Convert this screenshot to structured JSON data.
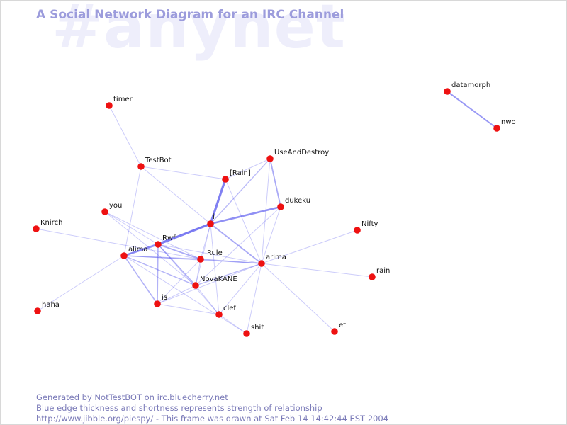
{
  "watermark": "#anynet",
  "title": "A Social Network Diagram for an IRC Channel",
  "colors": {
    "node": "#ee1111",
    "edge": "#5555ee",
    "title": "#9c9cdc",
    "watermark": "#eeeefb",
    "footer": "#7a7ab8"
  },
  "nodes": [
    {
      "id": "timer",
      "label": "timer"
    },
    {
      "id": "TestBot",
      "label": "TestBot"
    },
    {
      "id": "UseAndDestroy",
      "label": "UseAndDestroy"
    },
    {
      "id": "Rain",
      "label": "[Rain]"
    },
    {
      "id": "dukeku",
      "label": "dukeku"
    },
    {
      "id": "you",
      "label": "you"
    },
    {
      "id": "i",
      "label": "i"
    },
    {
      "id": "Knirch",
      "label": "Knirch"
    },
    {
      "id": "Rwf",
      "label": "Rwf"
    },
    {
      "id": "alima",
      "label": "alima"
    },
    {
      "id": "IRule",
      "label": "IRule"
    },
    {
      "id": "arima",
      "label": "arima"
    },
    {
      "id": "NovaKANE",
      "label": "NovaKANE"
    },
    {
      "id": "is",
      "label": "is"
    },
    {
      "id": "clef",
      "label": "clef"
    },
    {
      "id": "haha",
      "label": "haha"
    },
    {
      "id": "shit",
      "label": "shit"
    },
    {
      "id": "et",
      "label": "et"
    },
    {
      "id": "Nifty",
      "label": "Nifty"
    },
    {
      "id": "rain",
      "label": "rain"
    },
    {
      "id": "datamorph",
      "label": "datamorph"
    },
    {
      "id": "nwo",
      "label": "nwo"
    }
  ],
  "edges": [
    {
      "source": "datamorph",
      "target": "nwo"
    },
    {
      "source": "timer",
      "target": "TestBot"
    },
    {
      "source": "TestBot",
      "target": "Rain"
    },
    {
      "source": "TestBot",
      "target": "i"
    },
    {
      "source": "TestBot",
      "target": "alima"
    },
    {
      "source": "UseAndDestroy",
      "target": "i"
    },
    {
      "source": "UseAndDestroy",
      "target": "dukeku"
    },
    {
      "source": "UseAndDestroy",
      "target": "arima"
    },
    {
      "source": "Rain",
      "target": "i"
    },
    {
      "source": "Rain",
      "target": "arima"
    },
    {
      "source": "Rain",
      "target": "UseAndDestroy"
    },
    {
      "source": "dukeku",
      "target": "i"
    },
    {
      "source": "dukeku",
      "target": "arima"
    },
    {
      "source": "dukeku",
      "target": "NovaKANE"
    },
    {
      "source": "i",
      "target": "Rwf"
    },
    {
      "source": "i",
      "target": "alima"
    },
    {
      "source": "i",
      "target": "arima"
    },
    {
      "source": "i",
      "target": "IRule"
    },
    {
      "source": "i",
      "target": "NovaKANE"
    },
    {
      "source": "i",
      "target": "clef"
    },
    {
      "source": "you",
      "target": "Rwf"
    },
    {
      "source": "you",
      "target": "IRule"
    },
    {
      "source": "you",
      "target": "NovaKANE"
    },
    {
      "source": "Knirch",
      "target": "IRule"
    },
    {
      "source": "Rwf",
      "target": "alima"
    },
    {
      "source": "Rwf",
      "target": "IRule"
    },
    {
      "source": "Rwf",
      "target": "arima"
    },
    {
      "source": "Rwf",
      "target": "NovaKANE"
    },
    {
      "source": "Rwf",
      "target": "is"
    },
    {
      "source": "Rwf",
      "target": "clef"
    },
    {
      "source": "alima",
      "target": "IRule"
    },
    {
      "source": "alima",
      "target": "arima"
    },
    {
      "source": "alima",
      "target": "NovaKANE"
    },
    {
      "source": "alima",
      "target": "is"
    },
    {
      "source": "alima",
      "target": "haha"
    },
    {
      "source": "alima",
      "target": "shit"
    },
    {
      "source": "IRule",
      "target": "arima"
    },
    {
      "source": "IRule",
      "target": "NovaKANE"
    },
    {
      "source": "IRule",
      "target": "is"
    },
    {
      "source": "arima",
      "target": "NovaKANE"
    },
    {
      "source": "arima",
      "target": "is"
    },
    {
      "source": "arima",
      "target": "clef"
    },
    {
      "source": "arima",
      "target": "shit"
    },
    {
      "source": "arima",
      "target": "et"
    },
    {
      "source": "arima",
      "target": "Nifty"
    },
    {
      "source": "arima",
      "target": "rain"
    },
    {
      "source": "NovaKANE",
      "target": "is"
    },
    {
      "source": "NovaKANE",
      "target": "clef"
    },
    {
      "source": "is",
      "target": "clef"
    },
    {
      "source": "clef",
      "target": "shit"
    }
  ],
  "footer": {
    "line1": "Generated by NotTestBOT on irc.bluecherry.net",
    "line2": "Blue edge thickness and shortness represents strength of relationship",
    "line3": "http://www.jibble.org/piespy/ - This frame was drawn at Sat Feb 14 14:42:44 EST 2004"
  }
}
